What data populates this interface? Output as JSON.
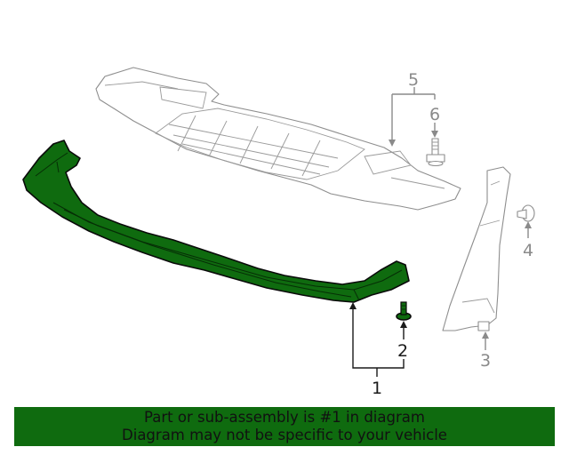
{
  "callouts": {
    "c1": "1",
    "c2": "2",
    "c3": "3",
    "c4": "4",
    "c5": "5",
    "c6": "6"
  },
  "colors": {
    "highlight": "#0f6b0f",
    "muted_line": "#8e8e8e",
    "banner_background": "#0f6b0f"
  },
  "highlighted_callout": "1",
  "banner": {
    "line1": "Part or sub-assembly is #1 in diagram",
    "line2": "Diagram may not be specific to your vehicle"
  }
}
